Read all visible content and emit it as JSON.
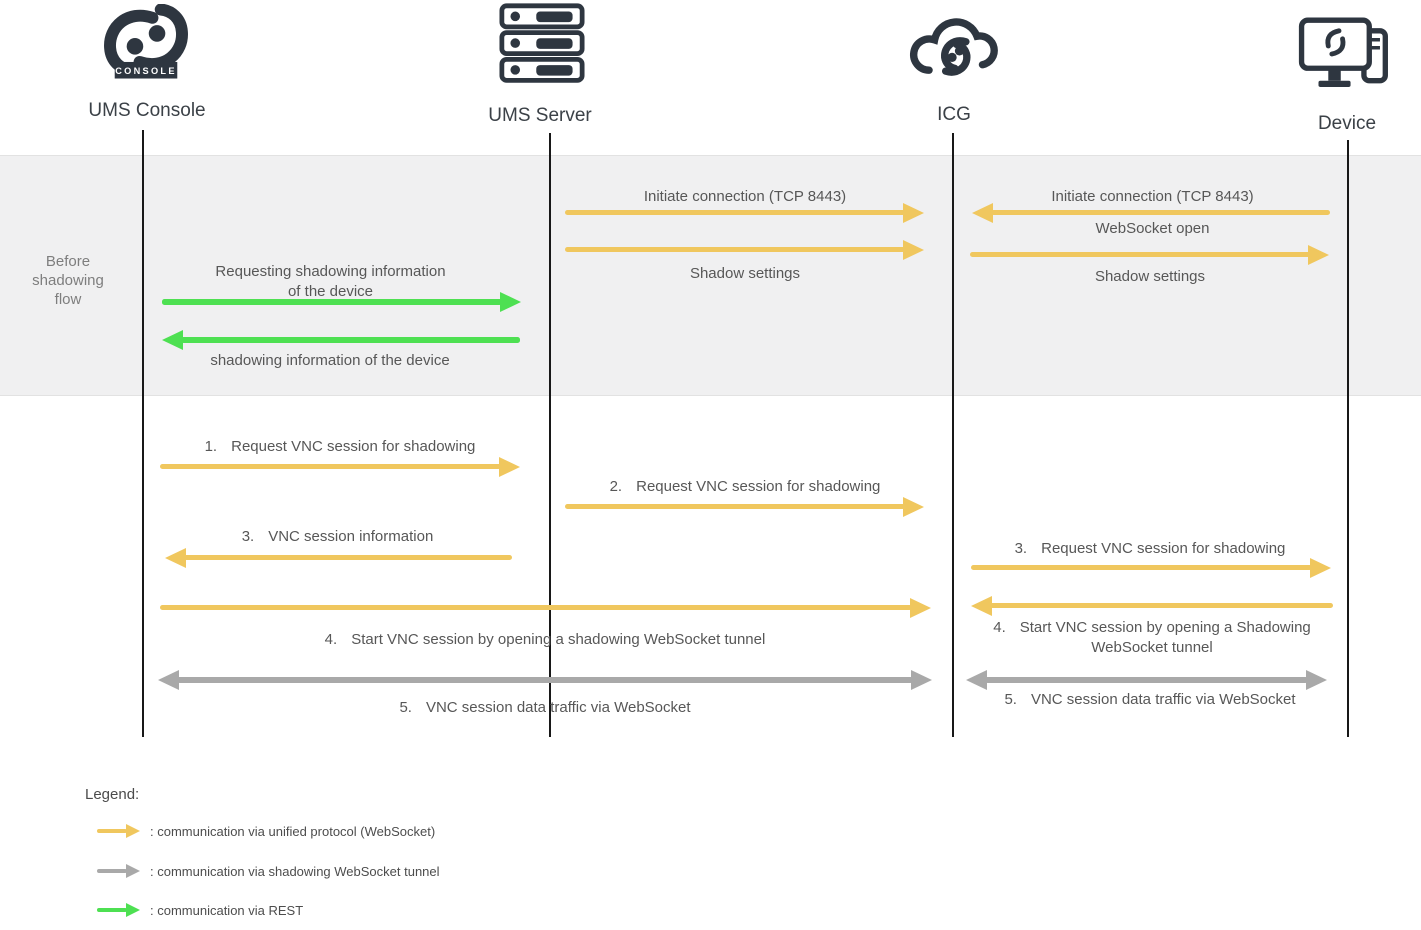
{
  "actors": {
    "console": {
      "label": "UMS Console",
      "badge": "CONSOLE"
    },
    "server": {
      "label": "UMS Server"
    },
    "icg": {
      "label": "ICG"
    },
    "device": {
      "label": "Device"
    }
  },
  "band": {
    "label": "Before shadowing flow"
  },
  "messages": {
    "initiate_ums_icg": {
      "text": "Initiate connection (TCP 8443)"
    },
    "shadow_settings_ums_icg": {
      "text": "Shadow settings"
    },
    "initiate_device_icg": {
      "text": "Initiate connection (TCP 8443)"
    },
    "websocket_open": {
      "text": "WebSocket open"
    },
    "shadow_settings_icg_device": {
      "text": "Shadow settings"
    },
    "request_shadow_info": {
      "text": "Requesting shadowing information of the device"
    },
    "shadow_info_response": {
      "text": "shadowing information of the device"
    },
    "step1": {
      "num": "1.",
      "text": "Request VNC session for shadowing"
    },
    "step2": {
      "num": "2.",
      "text": "Request VNC session for shadowing"
    },
    "step3_ums": {
      "num": "3.",
      "text": "VNC session information"
    },
    "step3_device": {
      "num": "3.",
      "text": "Request VNC session for shadowing"
    },
    "step4_long": {
      "num": "4.",
      "text": "Start VNC session by opening a shadowing WebSocket tunnel"
    },
    "step4_device": {
      "num": "4.",
      "text": "Start VNC session by opening a Shadowing WebSocket tunnel"
    },
    "step5_long": {
      "num": "5.",
      "text": "VNC session data traffic via WebSocket"
    },
    "step5_device": {
      "num": "5.",
      "text": "VNC session data traffic via WebSocket"
    }
  },
  "legend": {
    "title": "Legend:",
    "items": [
      {
        "color": "#f0c75e",
        "text": ": communication via unified protocol (WebSocket)"
      },
      {
        "color": "#a9a9a9",
        "text": ": communication via shadowing WebSocket tunnel"
      },
      {
        "color": "#4ee052",
        "text": ": communication via REST"
      }
    ]
  },
  "colors": {
    "unified_protocol_websocket": "#f0c75e",
    "shadowing_websocket_tunnel": "#a9a9a9",
    "rest": "#4ee052",
    "icon_dark": "#2e3640",
    "band_background": "#f0f0f1"
  }
}
